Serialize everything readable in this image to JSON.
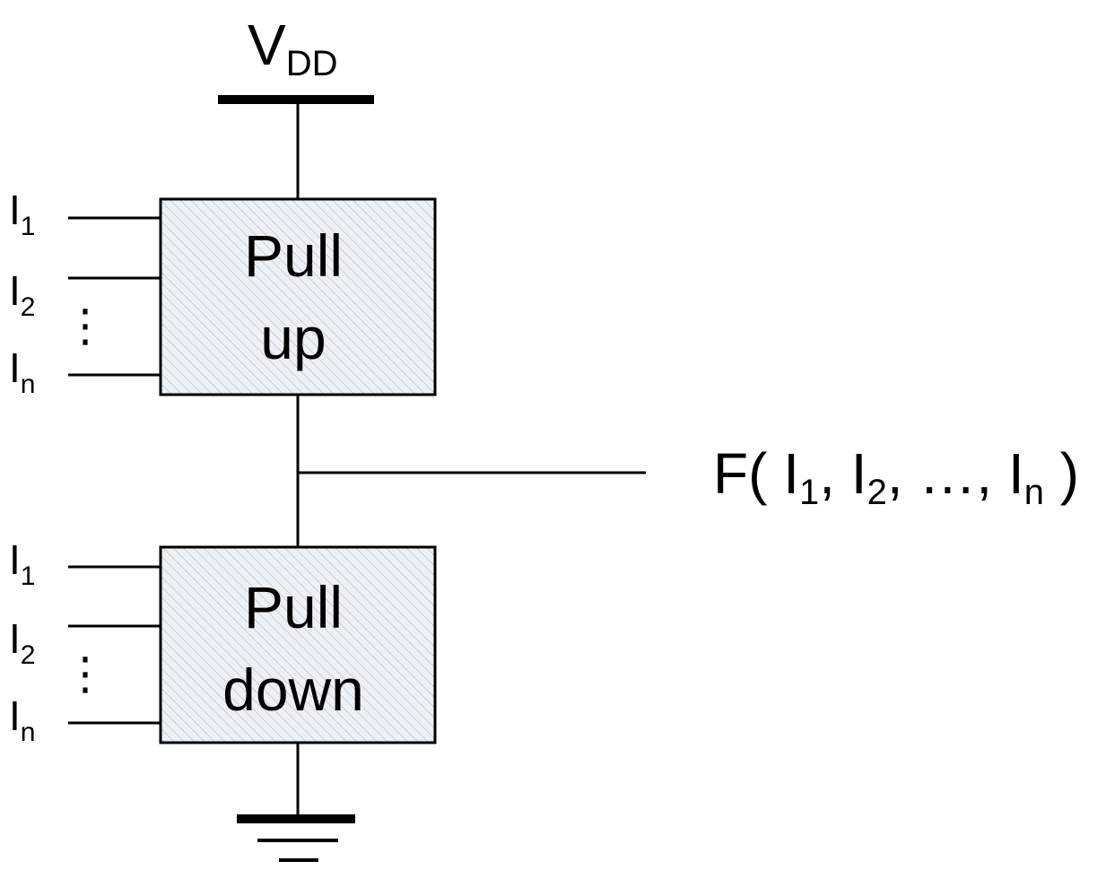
{
  "supply": {
    "symbol": "V",
    "subscript": "DD"
  },
  "pull_up": {
    "line1": "Pull",
    "line2": "up",
    "inputs": [
      {
        "symbol": "I",
        "subscript": "1"
      },
      {
        "symbol": "I",
        "subscript": "2"
      },
      {
        "symbol": "I",
        "subscript": "n"
      }
    ],
    "ellipsis": "⋮"
  },
  "pull_down": {
    "line1": "Pull",
    "line2": "down",
    "inputs": [
      {
        "symbol": "I",
        "subscript": "1"
      },
      {
        "symbol": "I",
        "subscript": "2"
      },
      {
        "symbol": "I",
        "subscript": "n"
      }
    ],
    "ellipsis": "⋮"
  },
  "output": {
    "prefix": "F( I",
    "sub1": "1",
    "mid1": ", I",
    "sub2": "2",
    "mid2": ", …, I",
    "subn": "n",
    "suffix": " )"
  },
  "colors": {
    "block_fill": "#eef1f3",
    "hatch": "#c9d0d6",
    "stroke": "#000000"
  }
}
